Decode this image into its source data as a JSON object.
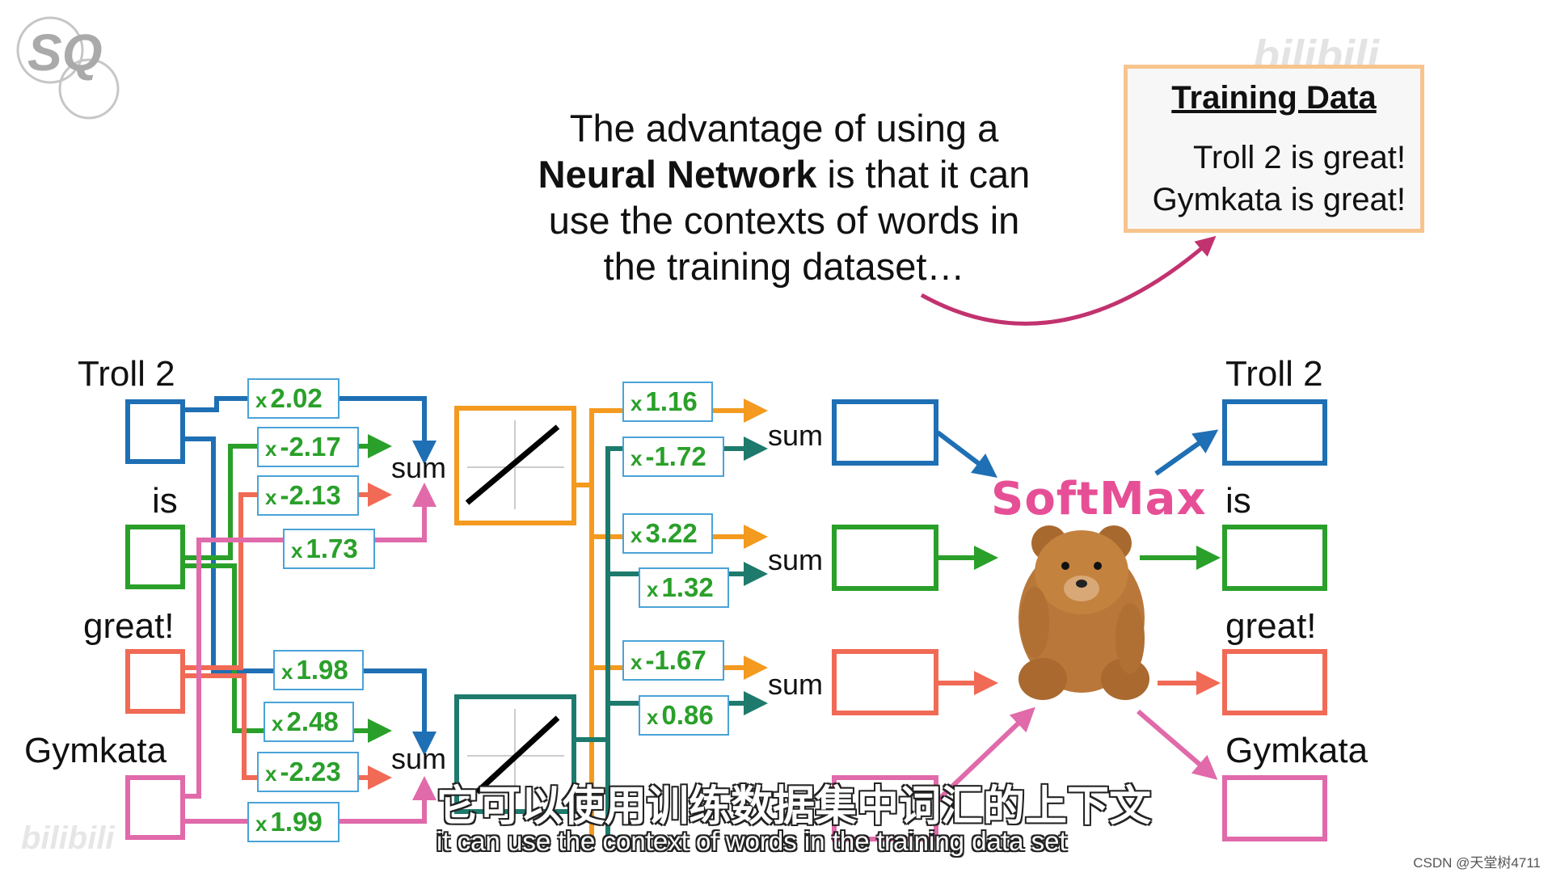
{
  "intro": {
    "line1": "The advantage of using a",
    "line2_bold": "Neural Network",
    "line2_rest": " is that it can",
    "line3": "use the contexts of words in",
    "line4": "the training dataset…"
  },
  "training_data": {
    "title": "Training Data",
    "lines": [
      "Troll 2 is great!",
      "Gymkata is great!"
    ]
  },
  "input_words": [
    "Troll 2",
    "is",
    "great!",
    "Gymkata"
  ],
  "output_words": [
    "Troll 2",
    "is",
    "great!",
    "Gymkata"
  ],
  "weight_prefix": "x",
  "input_weights_top": [
    "2.02",
    "-2.17",
    "-2.13",
    "1.73"
  ],
  "input_weights_bottom": [
    "1.98",
    "2.48",
    "-2.23",
    "1.99"
  ],
  "output_weights": [
    "1.16",
    "-1.72",
    "3.22",
    "1.32",
    "-1.67",
    "0.86"
  ],
  "sum_label": "sum",
  "softmax_label": "SoftMax",
  "subtitle_cn": "它可以使用训练数据集中词汇的上下文",
  "subtitle_en": "it can use the context of words in the training data set",
  "watermark": "CSDN @天堂树4711",
  "logo_text": "SQ",
  "bilibili_text": "bilibili",
  "colors": {
    "blue": "#1f6fb4",
    "green": "#2aa02a",
    "salmon": "#f06a55",
    "pink": "#e06aaa",
    "orange": "#f39a1f",
    "teal": "#1d7a6c",
    "softmax": "#e64f96",
    "arrow_magenta": "#c2326f"
  }
}
